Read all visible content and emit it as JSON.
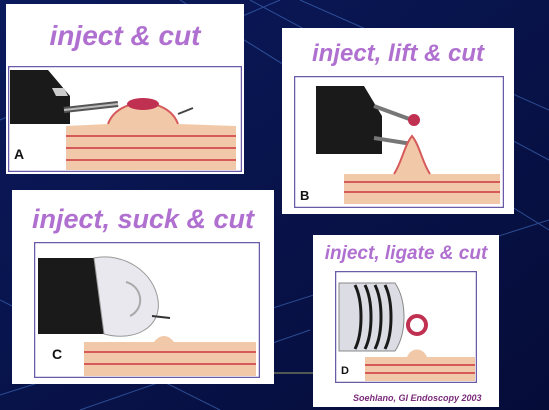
{
  "panels": [
    {
      "id": "A",
      "title": "inject & cut",
      "letter": "A"
    },
    {
      "id": "B",
      "title": "inject, lift & cut",
      "letter": "B"
    },
    {
      "id": "C",
      "title": "inject, suck & cut",
      "letter": "C"
    },
    {
      "id": "D",
      "title": "inject, ligate & cut",
      "letter": "D"
    }
  ],
  "credit": "Soehlano, GI Endoscopy 2003",
  "colors": {
    "background": "#0a1450",
    "title": "#b070d0",
    "tissue": "#f2c9a8",
    "tissue_stripe": "#d65a5a",
    "frame": "#6a5aa8"
  }
}
